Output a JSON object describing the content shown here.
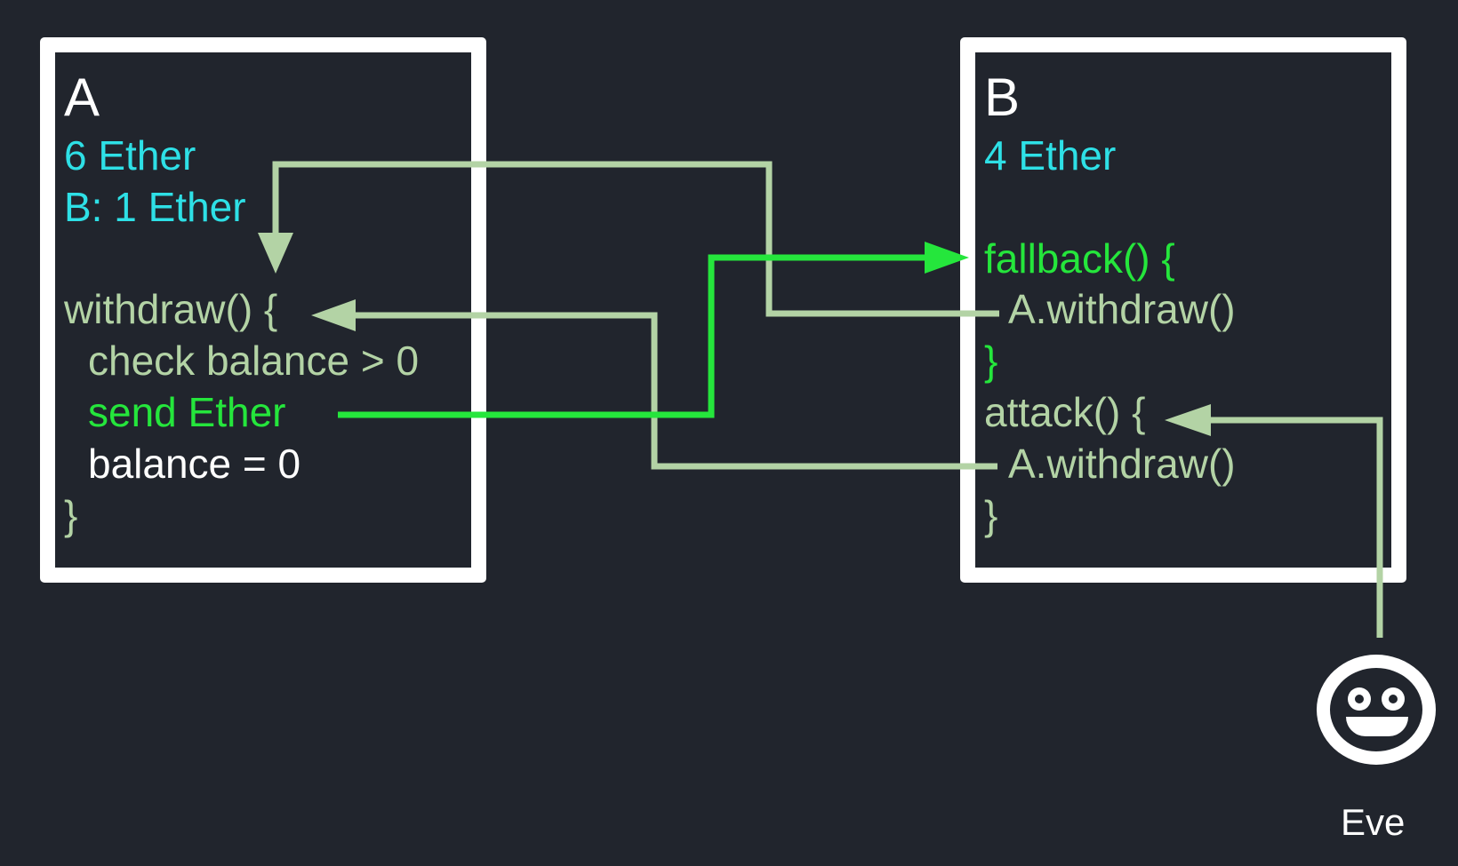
{
  "colors": {
    "background": "#21252d",
    "box_border": "#ffffff",
    "ether_text": "#2ee0e6",
    "code_text": "#b3d3a5",
    "highlight_green": "#25e63c",
    "plain_text": "#ffffff"
  },
  "contract_a": {
    "title": "A",
    "balance": "6 Ether",
    "mapping_entry": "B: 1 Ether",
    "code": {
      "func_open": "withdraw() {",
      "line_check": "check balance > 0",
      "line_send": "send  Ether",
      "line_reset": "balance = 0",
      "func_close": "}"
    }
  },
  "contract_b": {
    "title": "B",
    "balance": "4 Ether",
    "fallback": {
      "open": "fallback() {",
      "body": "A.withdraw()",
      "close": "}"
    },
    "attack": {
      "open": "attack() {",
      "body": "A.withdraw()",
      "close": "}"
    }
  },
  "actor": {
    "icon": "smiley-face-icon",
    "label": "Eve"
  }
}
